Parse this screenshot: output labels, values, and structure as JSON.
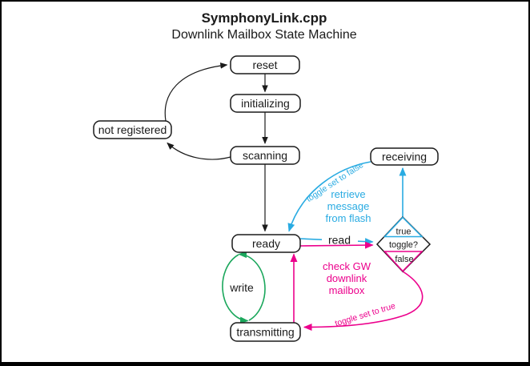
{
  "title": "SymphonyLink.cpp",
  "subtitle": "Downlink Mailbox State Machine",
  "colors": {
    "cyan": "#29ABE2",
    "magenta": "#EC008C",
    "green": "#1BA75C",
    "ink": "#1A1A1A"
  },
  "states": {
    "reset": "reset",
    "initializing": "initializing",
    "not_registered": "not registered",
    "scanning": "scanning",
    "receiving": "receiving",
    "ready": "ready",
    "transmitting": "transmitting"
  },
  "decision": {
    "question": "toggle?",
    "branch_true": "true",
    "branch_false": "false"
  },
  "edge_labels": {
    "read": "read",
    "write": "write",
    "toggle_set_to_false": "toggle set to false",
    "toggle_set_to_true": "toggle set to true",
    "retrieve": [
      "retrieve",
      "message",
      "from flash"
    ],
    "check": [
      "check GW",
      "downlink",
      "mailbox"
    ]
  }
}
